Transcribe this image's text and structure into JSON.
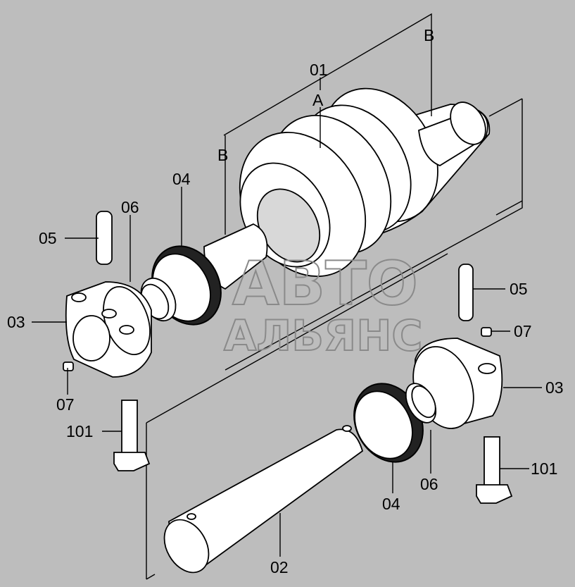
{
  "labels": {
    "l01": "01",
    "lA": "A",
    "lB_top": "B",
    "lB_left": "B",
    "l04_top": "04",
    "l06_left": "06",
    "l05_left": "05",
    "l03_left": "03",
    "l07_left": "07",
    "l101_left": "101",
    "l05_right": "05",
    "l07_right": "07",
    "l03_right": "03",
    "l101_right": "101",
    "l06_bottom": "06",
    "l04_bottom": "04",
    "l02": "02"
  },
  "watermark": {
    "line1": "АВТО",
    "line2": "АЛЬЯНС"
  },
  "colors": {
    "background": "#bdbdbd",
    "line": "#000000"
  }
}
